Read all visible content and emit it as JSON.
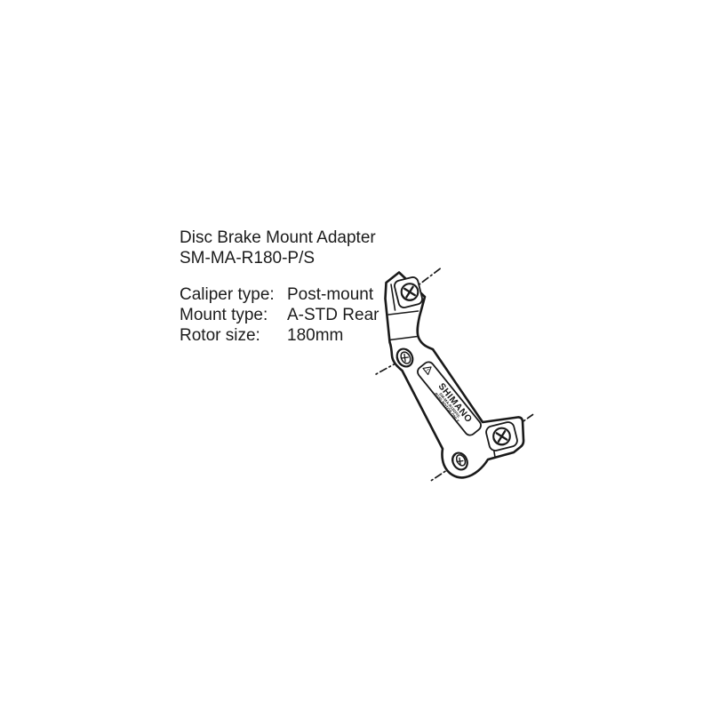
{
  "page": {
    "background_color": "#ffffff",
    "text_color": "#1c1c1c",
    "line_color": "#1a1a1a"
  },
  "product": {
    "title": "Disc Brake Mount Adapter",
    "model": "SM-MA-R180-P/S",
    "specs": [
      {
        "label": "Caliper type:",
        "value": "Post-mount"
      },
      {
        "label": "Mount type:",
        "value": "A-STD Rear"
      },
      {
        "label": "Rotor size:",
        "value": "180mm"
      }
    ]
  },
  "illustration": {
    "description": "line drawing of disc brake mount adapter with two phillips screws, two mounting holes and dash-dot axis lines",
    "brand_label": "SHIMANO",
    "model_label": "SM-MA-R180P/S",
    "note_label": "Ø180 ROTOR ONLY",
    "icons": {
      "warning_triangle_icon": "!",
      "phillips_screw_icon": "cross-slot screw head",
      "axis_line_icon": "dash-dot center line"
    }
  }
}
